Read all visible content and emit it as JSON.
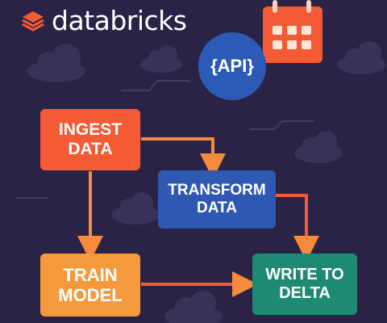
{
  "brand": {
    "name": "databricks",
    "icon": "databricks-stack-icon",
    "color": "#f45a33"
  },
  "api_badge": {
    "label": "{API}",
    "icon": "api-icon"
  },
  "calendar": {
    "icon": "calendar-icon"
  },
  "nodes": {
    "ingest": {
      "line1": "INGEST",
      "line2": "DATA",
      "color": "#f45a33"
    },
    "transform": {
      "line1": "TRANSFORM",
      "line2": "DATA",
      "color": "#2f58b3"
    },
    "train": {
      "line1": "TRAIN",
      "line2": "MODEL",
      "color": "#f59a3c"
    },
    "write": {
      "line1": "WRITE TO",
      "line2": "DELTA",
      "color": "#1f8a73"
    }
  },
  "edges": [
    {
      "from": "ingest",
      "to": "transform"
    },
    {
      "from": "ingest",
      "to": "train"
    },
    {
      "from": "transform",
      "to": "write"
    },
    {
      "from": "train",
      "to": "write"
    }
  ],
  "colors": {
    "background": "#2b2346",
    "arrow": "#f58a3c",
    "cloud": "#3a3158"
  }
}
